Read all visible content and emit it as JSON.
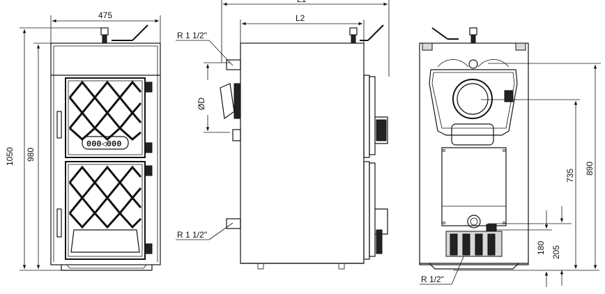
{
  "front_view": {
    "width_label": "475",
    "height_outer_label": "1050",
    "height_inner_label": "980"
  },
  "side_view": {
    "length_total_label": "L1",
    "length_body_label": "L2",
    "pipe_top_label": "R 1 1/2\"",
    "pipe_bottom_label": "R 1 1/2\"",
    "flue_diameter_label": "ØD"
  },
  "rear_view": {
    "height_890_label": "890",
    "height_735_label": "735",
    "height_205_label": "205",
    "height_180_label": "180",
    "drain_label": "R 1/2\""
  },
  "colors": {
    "line": "#111111",
    "background": "#ffffff"
  }
}
